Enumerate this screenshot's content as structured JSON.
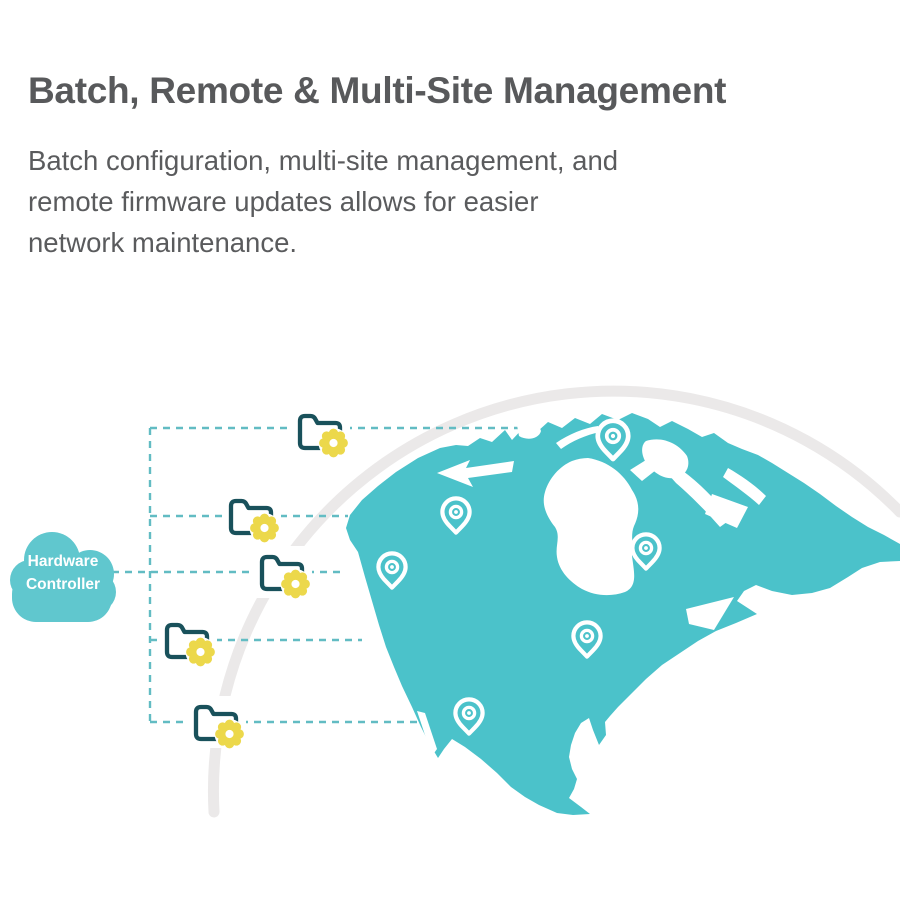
{
  "header": {
    "title": "Batch, Remote & Multi-Site Management",
    "description_lines": [
      "Batch configuration, multi-site management, and",
      "remote firmware updates allows for easier",
      "network maintenance."
    ]
  },
  "diagram": {
    "cloud": {
      "line1": "Hardware",
      "line2": "Controller"
    },
    "site_folder_count": 5,
    "location_pin_count": 6,
    "colors": {
      "map_teal": "#4bc2ca",
      "cloud_teal": "#60c7ce",
      "folder_outline_teal": "#19515b",
      "gear_yellow": "#ecd84b",
      "globe_arc_gray": "#ebe9e9",
      "dashed_line_teal": "#62bcc3",
      "pin_white": "#ffffff",
      "heading_gray": "#58595b"
    }
  }
}
